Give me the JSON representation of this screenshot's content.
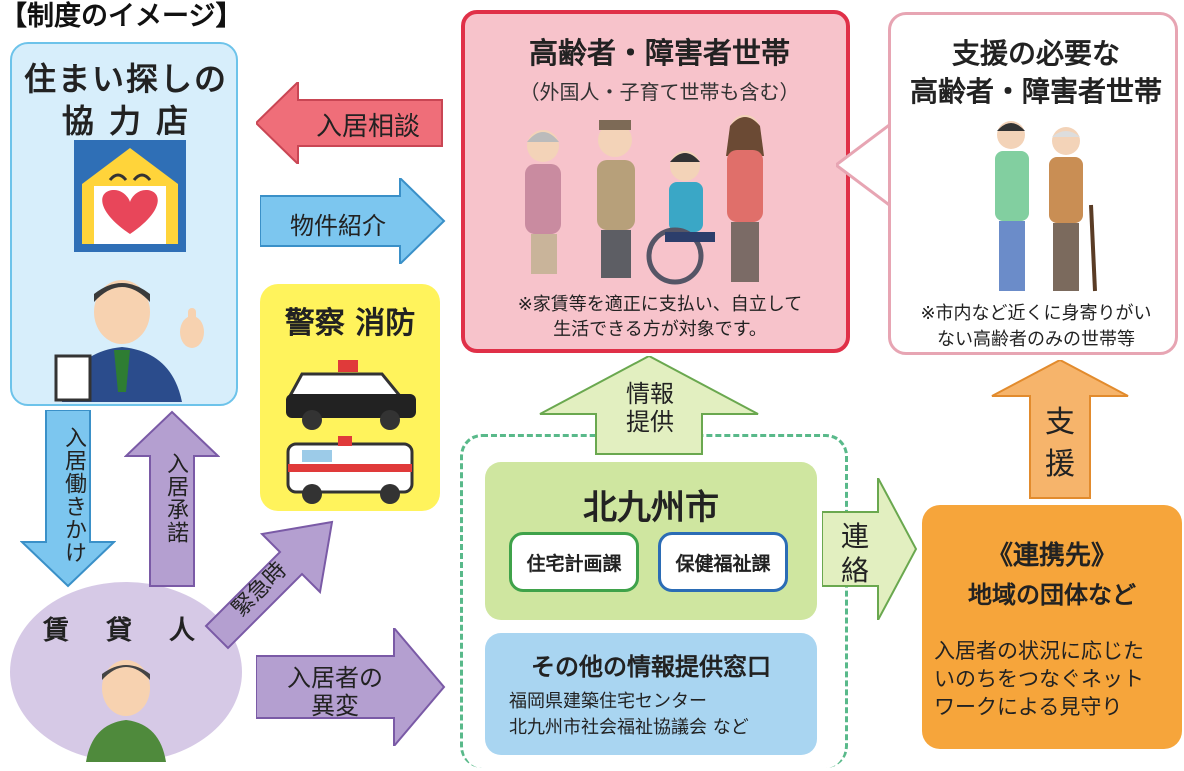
{
  "heading": "【制度のイメージ】",
  "shop": {
    "title_line1": "住まい探しの",
    "title_line2": "協 力 店"
  },
  "household": {
    "title": "高齢者・障害者世帯",
    "subtitle": "（外国人・子育て世帯も含む）",
    "note_line1": "※家賃等を適正に支払い、自立して",
    "note_line2": "生活できる方が対象です。"
  },
  "support_needed": {
    "title_line1": "支援の必要な",
    "title_line2": "高齢者・障害者世帯",
    "note_line1": "※市内など近くに身寄りがい",
    "note_line2": "ない高齢者のみの世帯等"
  },
  "police_fire": {
    "title": "警察 消防"
  },
  "city": {
    "title": "北九州市",
    "dept1": "住宅計画課",
    "dept2": "保健福祉課"
  },
  "other_window": {
    "title": "その他の情報提供窓口",
    "line1": "福岡県建築住宅センター",
    "line2": "北九州市社会福祉協議会 など"
  },
  "partner": {
    "title": "《連携先》",
    "subtitle": "地域の団体など",
    "note_line1": "入居者の状況に応じた",
    "note_line2": "いのちをつなぐネット",
    "note_line3": "ワークによる見守り"
  },
  "landlord": {
    "title": "賃 貸 人"
  },
  "arrows": {
    "consult": "入居相談",
    "introduce": "物件紹介",
    "info_line1": "情報",
    "info_line2": "提供",
    "support_line1": "支",
    "support_line2": "援",
    "contact_line1": "連",
    "contact_line2": "絡",
    "work_on": "入居働きかけ",
    "accept": "入居承諾",
    "emergency": "緊急時",
    "change_line1": "入居者の",
    "change_line2": "異変"
  },
  "colors": {
    "red_arrow": "#ef6e79",
    "blue_arrow": "#7cc6ef",
    "green_arrow": "#e2efc0",
    "orange_arrow": "#f6b46b",
    "purple_arrow": "#b49fd0"
  }
}
